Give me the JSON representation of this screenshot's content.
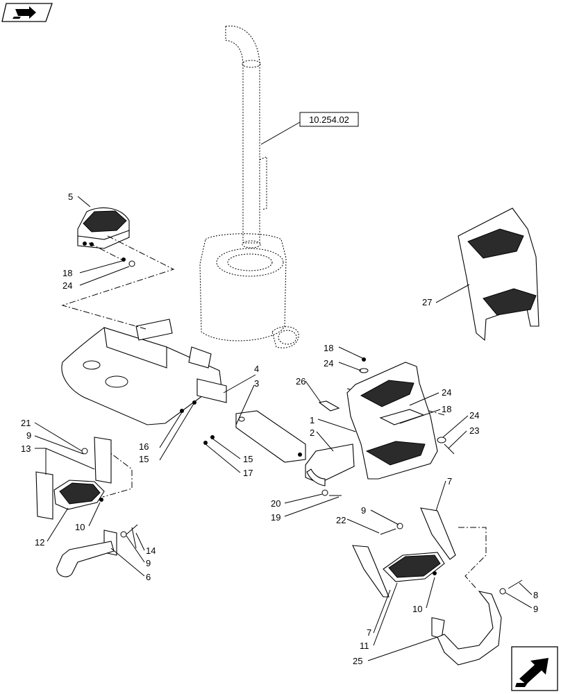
{
  "reference_box": "10.254.02",
  "icons": {
    "top_left": "book-arrow-icon",
    "bottom_right": "next-page-arrow-icon"
  },
  "callouts": {
    "c5": "5",
    "c18a": "18",
    "c24a": "24",
    "c4": "4",
    "c3": "3",
    "c16": "16",
    "c15a": "15",
    "c15b": "15",
    "c17": "17",
    "c21": "21",
    "c9a": "9",
    "c13": "13",
    "c12": "12",
    "c10a": "10",
    "c14": "14",
    "c9b": "9",
    "c6": "6",
    "c18b": "18",
    "c24b": "24",
    "c26": "26",
    "c1": "1",
    "c2": "2",
    "c24c": "24",
    "c18c": "18",
    "c24d": "24",
    "c23": "23",
    "c20": "20",
    "c19": "19",
    "c27": "27",
    "c7a": "7",
    "c9c": "9",
    "c22": "22",
    "c10b": "10",
    "c7b": "7",
    "c11": "11",
    "c8": "8",
    "c9d": "9",
    "c25": "25"
  }
}
